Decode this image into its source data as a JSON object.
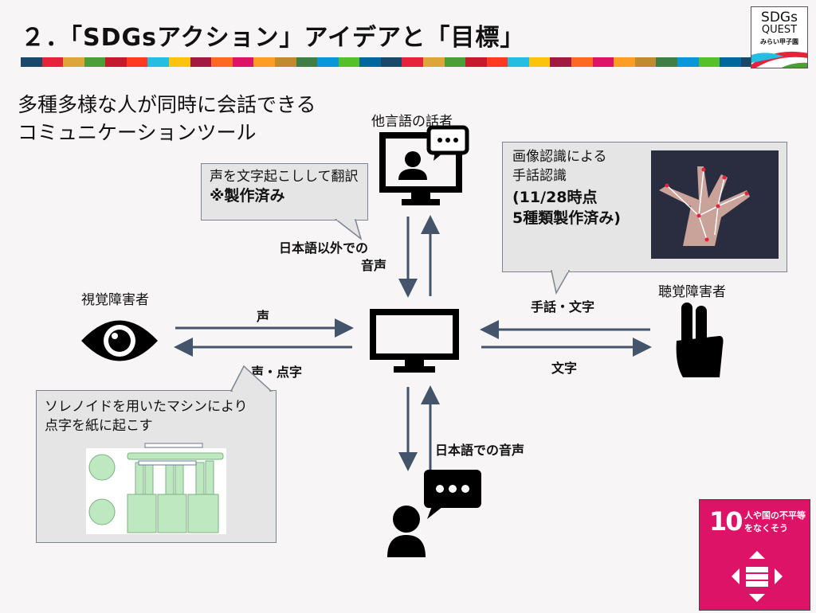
{
  "title": "２．「SDGsアクション」アイデアと「目標」",
  "strip_colors": [
    "#19486a",
    "#e5243b",
    "#dda63a",
    "#4c9f38",
    "#c5192d",
    "#ff3a21",
    "#26bde2",
    "#fcc30b",
    "#a21942",
    "#fd6925",
    "#dd1367",
    "#fd9d24",
    "#bf8b2e",
    "#3f7e44",
    "#0a97d9",
    "#56c02b",
    "#00689d",
    "#19486a",
    "#e5243b",
    "#dda63a",
    "#4c9f38",
    "#c5192d",
    "#ff3a21",
    "#26bde2",
    "#fcc30b",
    "#a21942",
    "#fd6925",
    "#dd1367",
    "#fd9d24",
    "#bf8b2e",
    "#3f7e44",
    "#0a97d9",
    "#56c02b",
    "#00689d",
    "#19486a"
  ],
  "logo": {
    "line1": "SDGs",
    "line2": "QUEST",
    "line3": "みらい甲子園"
  },
  "subtitle": [
    "多種多様な人が同時に会話できる",
    "コミュニケーションツール"
  ],
  "nodes": {
    "foreign_speaker": "他言語の話者",
    "visually_impaired": "視覚障害者",
    "hearing_impaired": "聴覚障害者"
  },
  "callouts": {
    "transcribe": {
      "line1": "声を文字起こしして翻訳",
      "line2": "※製作済み"
    },
    "sign": {
      "line1": "画像認識による",
      "line2": "手話認識",
      "line3": "(11/28時点",
      "line4": "5種類製作済み)"
    },
    "braille": {
      "line1": "ソレノイドを用いたマシンにより",
      "line2": "点字を紙に起こす"
    }
  },
  "arrow_labels": {
    "non_japanese_1": "日本語以外での",
    "non_japanese_2": "音声",
    "voice": "声",
    "voice_braille": "声・点字",
    "sign_text": "手話・文字",
    "text": "文字",
    "japanese_voice": "日本語での音声"
  },
  "sdg_goal": {
    "number": "10",
    "text1": "人や国の不平等",
    "text2": "をなくそう",
    "color": "#dd1367"
  },
  "arrow_color": "#44546a"
}
